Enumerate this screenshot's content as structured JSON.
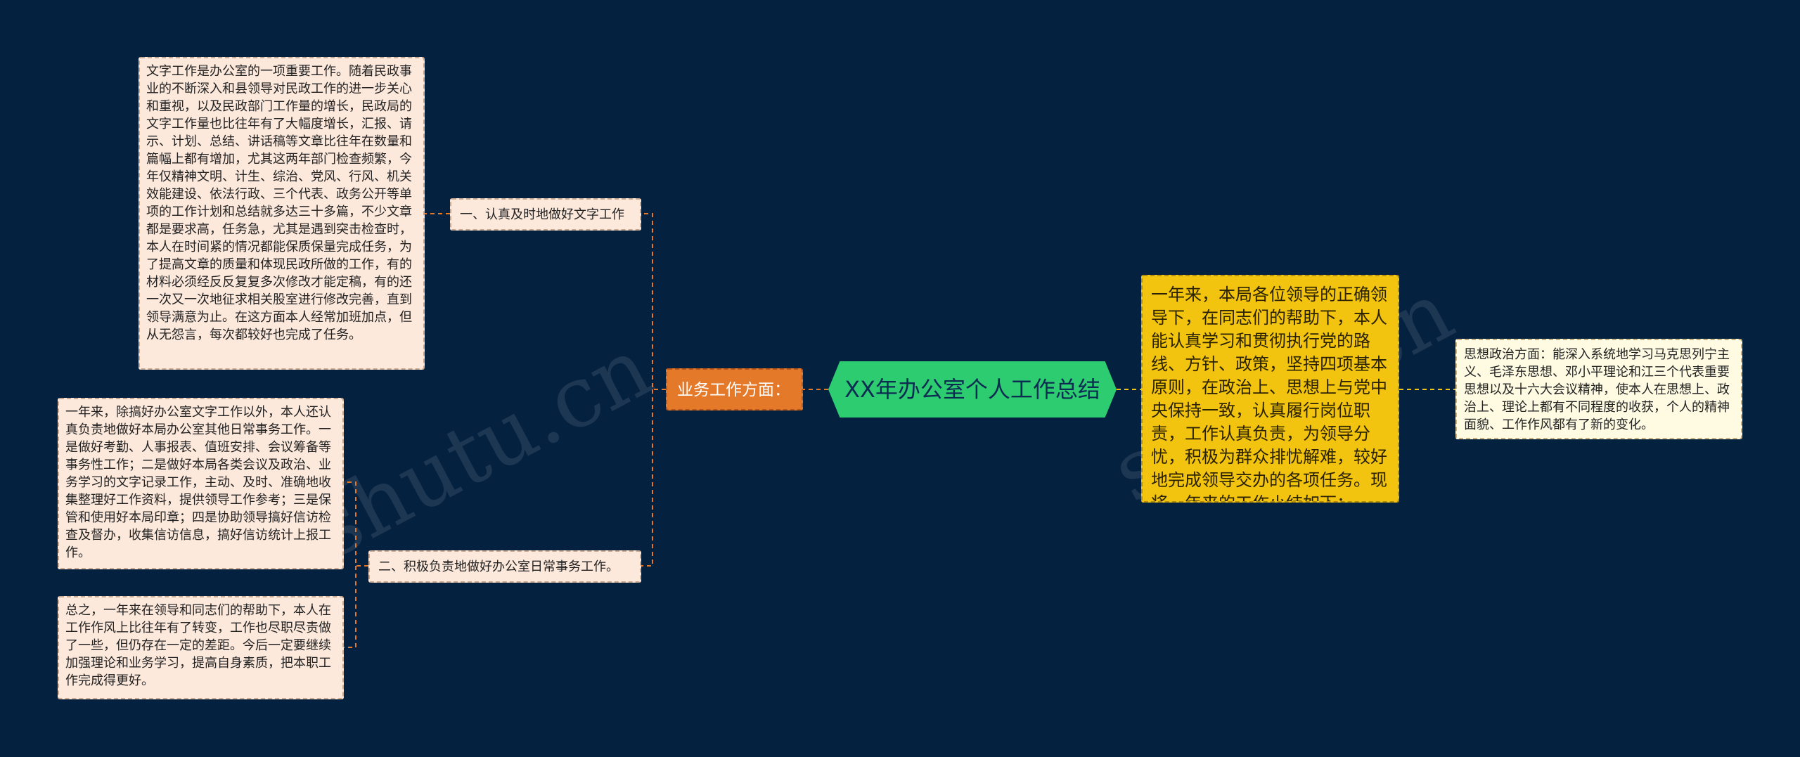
{
  "root": {
    "title": "XX年办公室个人工作总结"
  },
  "right": {
    "intro": "一年来，本局各位领导的正确领导下，在同志们的帮助下，本人能认真学习和贯彻执行党的路线、方针、政策，坚持四项基本原则，在政治上、思想上与党中央保持一致，认真履行岗位职责，工作认真负责，为领导分忧，积极为群众排忧解难，较好地完成领导交办的各项任务。现将一年来的工作小结如下：",
    "political": "思想政治方面：能深入系统地学习马克思列宁主义、毛泽东思想、邓小平理论和江三个代表重要思想以及十六大会议精神，使本人在思想上、政治上、理论上都有不同程度的收获，个人的精神面貌、工作作风都有了新的变化。"
  },
  "left": {
    "business": "业务工作方面：",
    "item1_label": "一、认真及时地做好文字工作",
    "item1_detail": "文字工作是办公室的一项重要工作。随着民政事业的不断深入和县领导对民政工作的进一步关心和重视，以及民政部门工作量的增长，民政局的文字工作量也比往年有了大幅度增长，汇报、请示、计划、总结、讲话稿等文章比往年在数量和篇幅上都有增加，尤其这两年部门检查频繁，今年仅精神文明、计生、综治、党风、行风、机关效能建设、依法行政、三个代表、政务公开等单项的工作计划和总结就多达三十多篇，不少文章都是要求高，任务急，尤其是遇到突击检查时，本人在时间紧的情况都能保质保量完成任务，为了提高文章的质量和体现民政所做的工作，有的材料必须经反反复复多次修改才能定稿，有的还一次又一次地征求相关股室进行修改完善，直到领导满意为止。在这方面本人经常加班加点，但从无怨言，每次都较好也完成了任务。",
    "item2_label": "二、积极负责地做好办公室日常事务工作。",
    "item2_detail": "一年来，除搞好办公室文字工作以外，本人还认真负责地做好本局办公室其他日常事务工作。一是做好考勤、人事报表、值班安排、会议筹备等事务性工作；二是做好本局各类会议及政治、业务学习的文字记录工作，主动、及时、准确地收集整理好工作资料，提供领导工作参考；三是保管和使用好本局印章；四是协助领导搞好信访检查及督办，收集信访信息，搞好信访统计上报工作。",
    "summary": "总之，一年来在领导和同志们的帮助下，本人在工作作风上比往年有了转变，工作也尽职尽责做了一些，但仍存在一定的差距。今后一定要继续加强理论和业务学习，提高自身素质，把本职工作完成得更好。"
  },
  "colors": {
    "background": "#042140",
    "root": "#2ecc71",
    "branch_orange": "#e5792a",
    "branch_yellow": "#f2c30f",
    "leaf": "#fde9dc",
    "leaf_yellow": "#fffbe3",
    "connector": "#e5792a",
    "connector_right": "#f2c30f"
  }
}
